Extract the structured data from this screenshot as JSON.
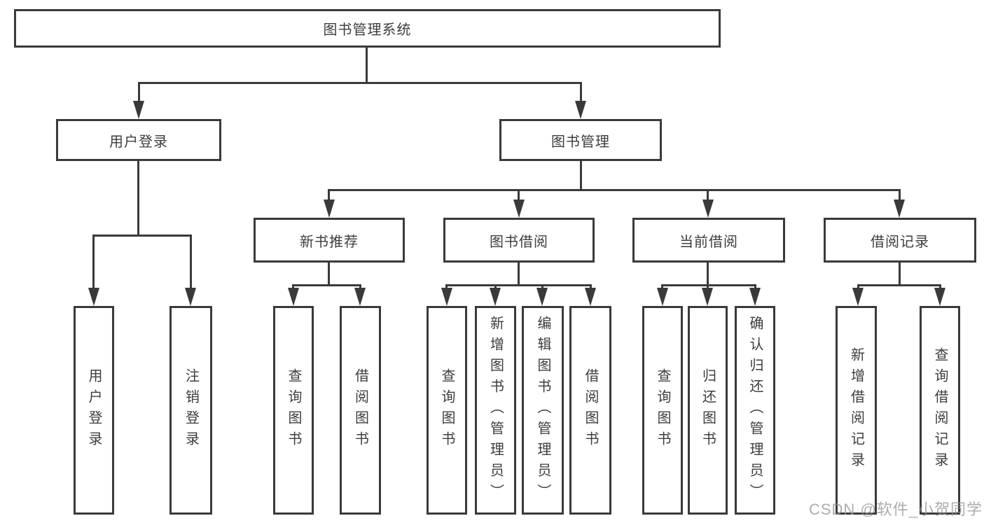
{
  "diagram_type": "hierarchy-tree",
  "tree": {
    "root": {
      "label": "图书管理系统",
      "children": [
        {
          "label": "用户登录",
          "children": [
            {
              "label": "用户登录"
            },
            {
              "label": "注销登录"
            }
          ]
        },
        {
          "label": "图书管理",
          "children": [
            {
              "label": "新书推荐",
              "children": [
                {
                  "label": "查询图书"
                },
                {
                  "label": "借阅图书"
                }
              ]
            },
            {
              "label": "图书借阅",
              "children": [
                {
                  "label": "查询图书"
                },
                {
                  "label": "新增图书（管理员）"
                },
                {
                  "label": "编辑图书（管理员）"
                },
                {
                  "label": "借阅图书"
                }
              ]
            },
            {
              "label": "当前借阅",
              "children": [
                {
                  "label": "查询图书"
                },
                {
                  "label": "归还图书"
                },
                {
                  "label": "确认归还（管理员）"
                }
              ]
            },
            {
              "label": "借阅记录",
              "children": [
                {
                  "label": "新增借阅记录"
                },
                {
                  "label": "查询借阅记录"
                }
              ]
            }
          ]
        }
      ]
    }
  },
  "watermark": "CSDN @软件_小贺同学",
  "colors": {
    "line": "#3a3a3a",
    "text": "#3d3d3d",
    "background": "#ffffff",
    "watermark": "#969696"
  }
}
